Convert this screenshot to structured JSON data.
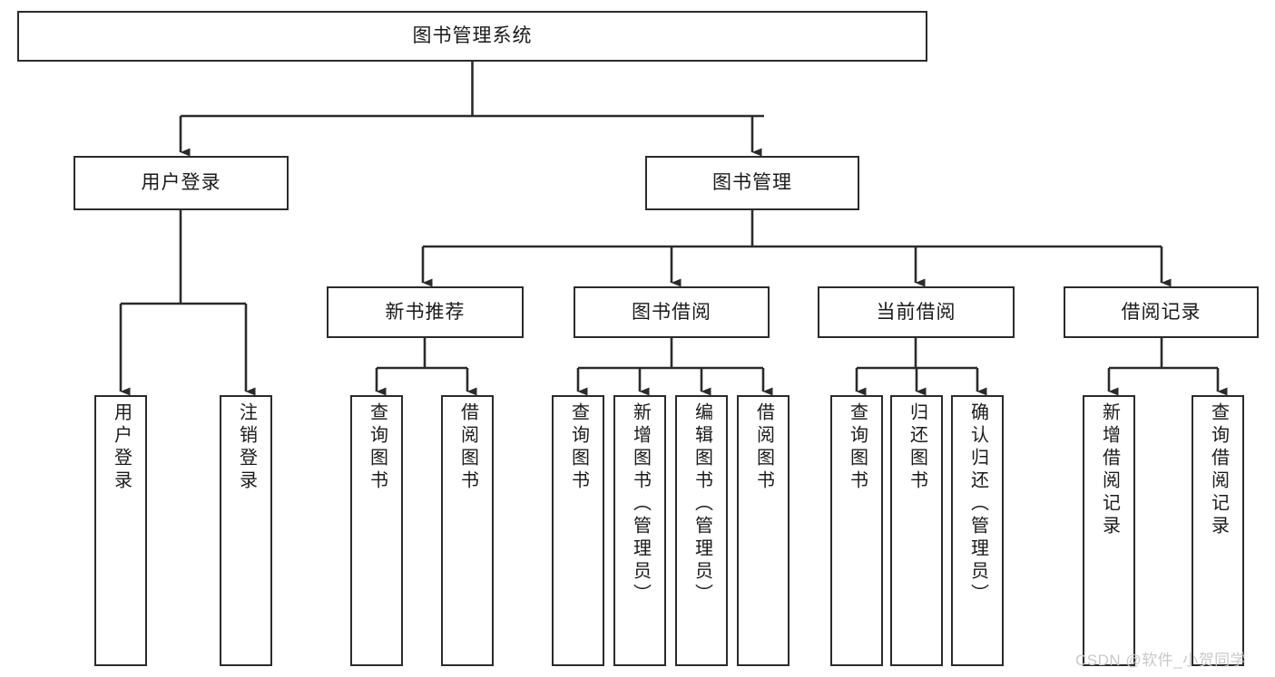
{
  "diagram": {
    "type": "tree-hierarchy",
    "title": "图书管理系统",
    "watermark": "CSDN @软件_小贺同学",
    "colors": {
      "box_border": "#2b2b2b",
      "box_fill": "#ffffff",
      "connector": "#2b2b2b",
      "text": "#1a1a1a",
      "watermark": "#c9c9c9",
      "background": "#ffffff"
    },
    "root": {
      "label": "图书管理系统",
      "orientation": "horizontal"
    },
    "level2": [
      {
        "label": "用户登录",
        "orientation": "horizontal"
      },
      {
        "label": "图书管理",
        "orientation": "horizontal"
      }
    ],
    "level3": [
      {
        "label": "新书推荐",
        "orientation": "horizontal",
        "parent": "图书管理"
      },
      {
        "label": "图书借阅",
        "orientation": "horizontal",
        "parent": "图书管理"
      },
      {
        "label": "当前借阅",
        "orientation": "horizontal",
        "parent": "图书管理"
      },
      {
        "label": "借阅记录",
        "orientation": "horizontal",
        "parent": "图书管理"
      }
    ],
    "leaves": {
      "user_login": [
        {
          "label": "用户登录",
          "orientation": "vertical"
        },
        {
          "label": "注销登录",
          "orientation": "vertical"
        }
      ],
      "new_book_recommend": [
        {
          "label": "查询图书",
          "orientation": "vertical"
        },
        {
          "label": "借阅图书",
          "orientation": "vertical"
        }
      ],
      "book_borrow": [
        {
          "label": "查询图书",
          "orientation": "vertical"
        },
        {
          "label": "新增图书（管理员）",
          "orientation": "vertical"
        },
        {
          "label": "编辑图书（管理员）",
          "orientation": "vertical"
        },
        {
          "label": "借阅图书",
          "orientation": "vertical"
        }
      ],
      "current_borrow": [
        {
          "label": "查询图书",
          "orientation": "vertical"
        },
        {
          "label": "归还图书",
          "orientation": "vertical"
        },
        {
          "label": "确认归还（管理员）",
          "orientation": "vertical"
        }
      ],
      "borrow_record": [
        {
          "label": "新增借阅记录",
          "orientation": "vertical"
        },
        {
          "label": "查询借阅记录",
          "orientation": "vertical"
        }
      ]
    }
  }
}
